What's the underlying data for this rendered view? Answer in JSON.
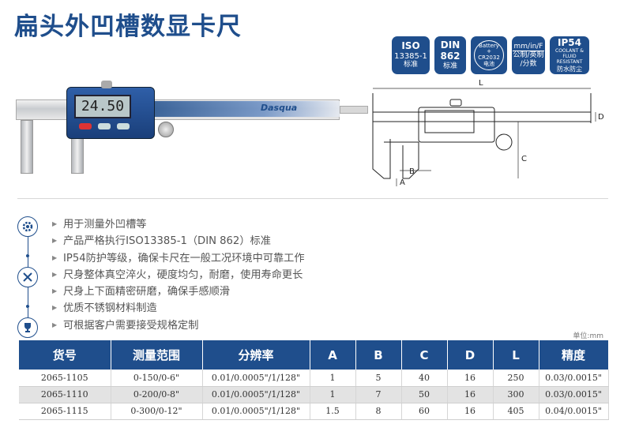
{
  "title": "扁头外凹槽数显卡尺",
  "badges": [
    {
      "name": "iso",
      "line1": "ISO",
      "line2": "13385-1",
      "line3": "标准"
    },
    {
      "name": "din",
      "line1": "DIN",
      "line2": "862",
      "line3": "标准"
    },
    {
      "name": "battery",
      "line1": "Battery",
      "line2": "+",
      "line3": "CR2032",
      "line4": "电池"
    },
    {
      "name": "units",
      "line1": "mm/in/F",
      "line2": "公制/英制",
      "line3": "/分数"
    },
    {
      "name": "ip54",
      "line1": "IP54",
      "line2": "COOLANT & FLUID",
      "line3": "RESISTANT",
      "line4": "防水防尘"
    }
  ],
  "product": {
    "brand": "Dasqua",
    "lcd_reading": "24.50"
  },
  "drawing_labels": {
    "L": "L",
    "D": "D",
    "C": "C",
    "B": "B",
    "A": "A"
  },
  "features": [
    "用于测量外凹槽等",
    "产品严格执行ISO13385-1（DIN 862）标准",
    "IP54防护等级，确保卡尺在一般工况环境中可靠工作",
    "尺身整体真空淬火，硬度均匀，耐磨，使用寿命更长",
    "尺身上下面精密研磨，确保手感顺滑",
    "优质不锈钢材料制造",
    "可根据客户需要接受规格定制"
  ],
  "unit_note": "单位:mm",
  "table": {
    "headers": [
      "货号",
      "测量范围",
      "分辨率",
      "A",
      "B",
      "C",
      "D",
      "L",
      "精度"
    ],
    "rows": [
      [
        "2065-1105",
        "0-150/0-6\"",
        "0.01/0.0005\"/1/128\"",
        "1",
        "5",
        "40",
        "16",
        "250",
        "0.03/0.0015\""
      ],
      [
        "2065-1110",
        "0-200/0-8\"",
        "0.01/0.0005\"/1/128\"",
        "1",
        "7",
        "50",
        "16",
        "300",
        "0.03/0.0015\""
      ],
      [
        "2065-1115",
        "0-300/0-12\"",
        "0.01/0.0005\"/1/128\"",
        "1.5",
        "8",
        "60",
        "16",
        "405",
        "0.04/0.0015\""
      ]
    ]
  },
  "colors": {
    "primary": "#1f4e8c",
    "row_shade": "#e3e3e3"
  }
}
